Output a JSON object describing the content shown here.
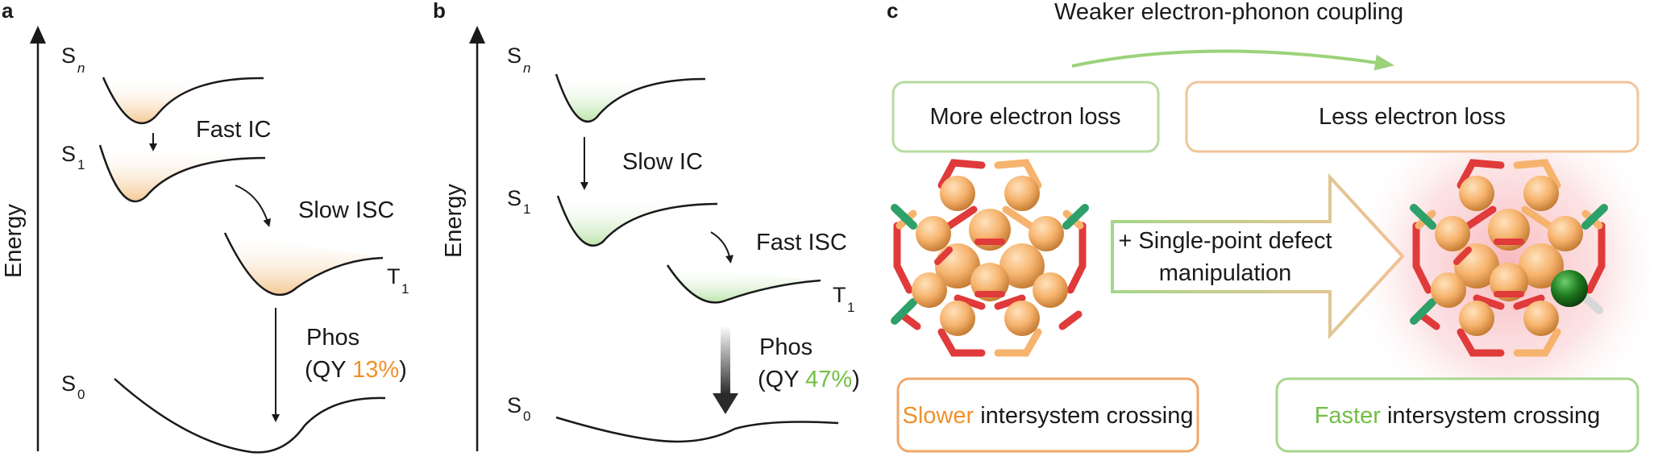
{
  "panel_a": {
    "letter": "a",
    "axis_label": "Energy",
    "states": {
      "sn": "S",
      "sn_sub": "n",
      "s1": "S",
      "s1_sub": "1",
      "t1": "T",
      "t1_sub": "1",
      "s0": "S",
      "s0_sub": "0"
    },
    "ic_label": "Fast IC",
    "isc_label": "Slow ISC",
    "phos_label": "Phos",
    "qy_prefix": "(QY ",
    "qy_value": "13%",
    "qy_suffix": ")",
    "accent_color": "#f0912a"
  },
  "panel_b": {
    "letter": "b",
    "axis_label": "Energy",
    "states": {
      "sn": "S",
      "sn_sub": "n",
      "s1": "S",
      "s1_sub": "1",
      "t1": "T",
      "t1_sub": "1",
      "s0": "S",
      "s0_sub": "0"
    },
    "ic_label": "Slow IC",
    "isc_label": "Fast ISC",
    "phos_label": "Phos",
    "qy_prefix": "(QY ",
    "qy_value": "47%",
    "qy_suffix": ")",
    "accent_color": "#72bf44"
  },
  "panel_c": {
    "letter": "c",
    "coupling_label": "Weaker electron-phonon coupling",
    "left_top_box": "More electron loss",
    "right_top_box": "Less electron loss",
    "arrow_text_line1": "+ Single-point defect",
    "arrow_text_line2": "manipulation",
    "left_bottom_highlight": "Slower",
    "left_bottom_rest": " intersystem crossing",
    "right_bottom_highlight": "Faster",
    "right_bottom_rest": " intersystem crossing",
    "colors": {
      "green_box": "#b7dba0",
      "orange_box": "#f2c49a",
      "bottom_left_box": "#f0a76a",
      "bottom_right_box": "#a8d68c",
      "cluster_orange": "#f6b36d",
      "oxygen_red": "#e03a3a",
      "ligand_green": "#2ea06a",
      "dopant_green": "#1f7a1f"
    }
  }
}
